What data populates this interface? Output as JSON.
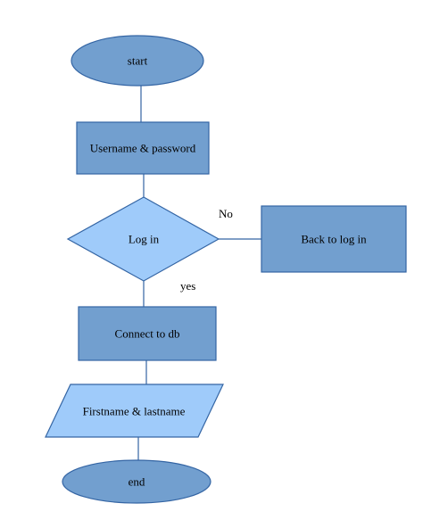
{
  "colors": {
    "shape_fill_dark": "#729fcf",
    "shape_fill_light": "#9fcbfa",
    "shape_stroke": "#3465a4",
    "connector": "#3465a4"
  },
  "nodes": {
    "start": {
      "label": "start"
    },
    "credentials": {
      "label": "Username & password"
    },
    "login": {
      "label": "Log in"
    },
    "back": {
      "label": "Back to log in"
    },
    "connect": {
      "label": "Connect to db"
    },
    "names": {
      "label": "Firstname & lastname"
    },
    "end": {
      "label": "end"
    }
  },
  "edges": {
    "no_label": "No",
    "yes_label": "yes"
  }
}
